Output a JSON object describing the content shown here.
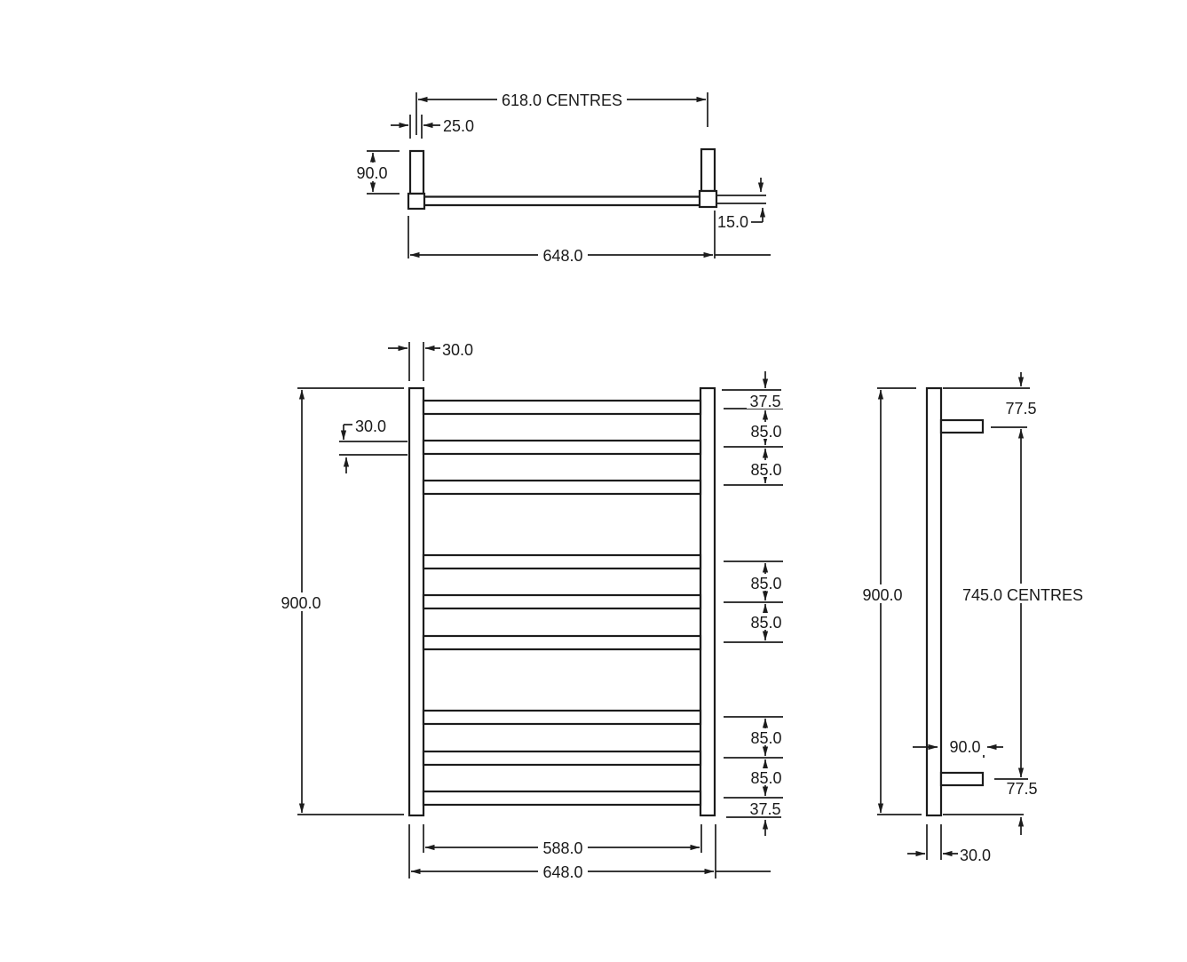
{
  "page": {
    "background": "#ffffff",
    "line_color": "#1c1c1c"
  },
  "top_view": {
    "centres_label": "618.0 CENTRES",
    "bracket_width_label": "25.0",
    "bracket_depth_label": "90.0",
    "rail_depth_label": "15.0",
    "overall_width_label": "648.0"
  },
  "front_view": {
    "post_width_label": "30.0",
    "rung_size_label": "30.0",
    "overall_height_label": "900.0",
    "spacings": [
      "37.5",
      "85.0",
      "85.0",
      "85.0",
      "85.0",
      "85.0",
      "85.0",
      "37.5"
    ],
    "inner_width_label": "588.0",
    "overall_width_label": "648.0"
  },
  "side_view": {
    "overall_height_label": "900.0",
    "top_offset_label": "77.5",
    "centres_label": "745.0 CENTRES",
    "bracket_length_label": "90.0",
    "bottom_offset_label": "77.5",
    "post_depth_label": "30.0"
  }
}
